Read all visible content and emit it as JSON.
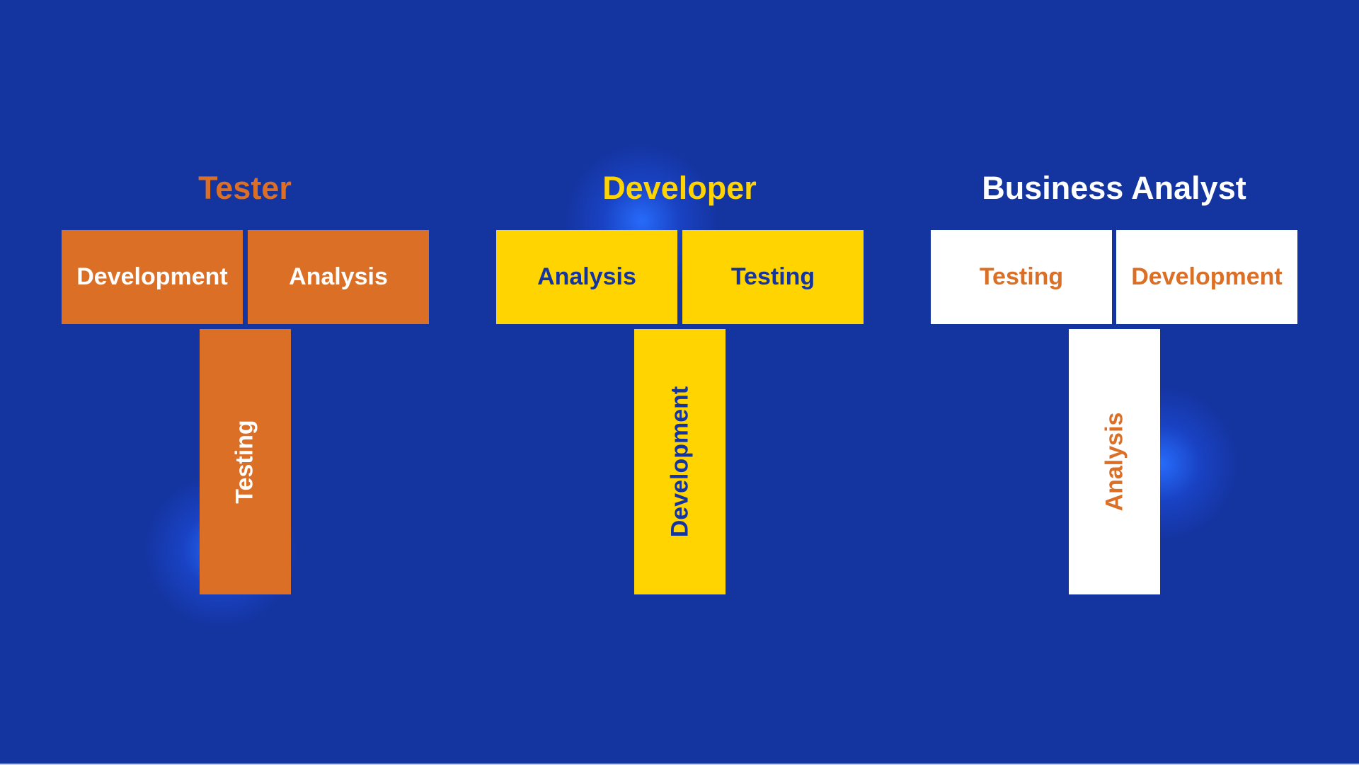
{
  "colors": {
    "background": "#1434a0",
    "orange": "#db6f26",
    "yellow": "#ffd400",
    "white": "#ffffff",
    "navy": "#1434a0"
  },
  "roles": [
    {
      "title": "Tester",
      "top_left": "Development",
      "top_right": "Analysis",
      "stem": "Testing"
    },
    {
      "title": "Developer",
      "top_left": "Analysis",
      "top_right": "Testing",
      "stem": "Development"
    },
    {
      "title": "Business Analyst",
      "top_left": "Testing",
      "top_right": "Development",
      "stem": "Analysis"
    }
  ]
}
